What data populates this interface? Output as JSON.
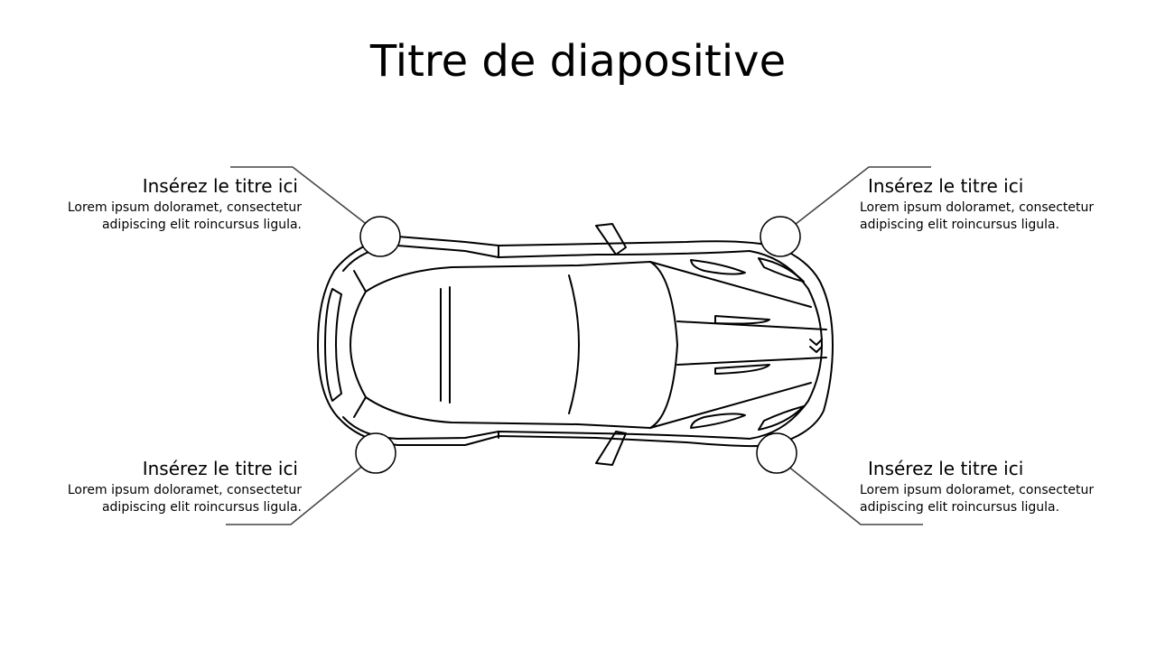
{
  "slide": {
    "title": "Titre de diapositive"
  },
  "callouts": {
    "top_left": {
      "title": "Insérez le titre ici",
      "body_line1": "Lorem ipsum doloramet, consectetur",
      "body_line2": "adipiscing elit roincursus ligula."
    },
    "top_right": {
      "title": "Insérez le titre ici",
      "body_line1": "Lorem ipsum doloramet, consectetur",
      "body_line2": "adipiscing elit roincursus ligula."
    },
    "bottom_left": {
      "title": "Insérez le titre ici",
      "body_line1": "Lorem ipsum doloramet, consectetur",
      "body_line2": "adipiscing elit roincursus ligula."
    },
    "bottom_right": {
      "title": "Insérez le titre ici",
      "body_line1": "Lorem ipsum doloramet, consectetur",
      "body_line2": "adipiscing elit roincursus ligula."
    }
  },
  "colors": {
    "line": "#000000",
    "leader_line": "#444444",
    "background": "#ffffff"
  },
  "illustration": {
    "icon": "car-top-view-icon"
  }
}
